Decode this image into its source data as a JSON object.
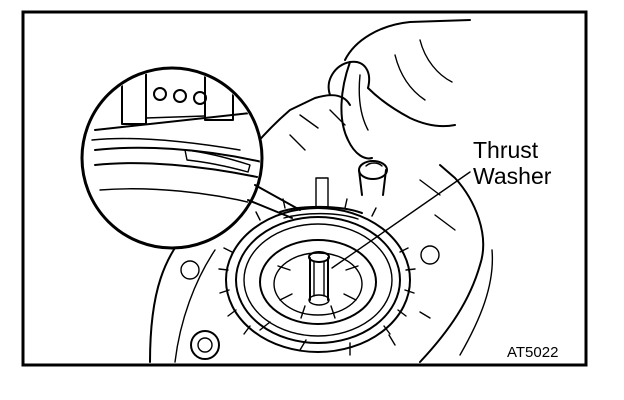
{
  "callout": {
    "line1": "Thrust",
    "line2": "Washer"
  },
  "figure_code": "AT5022"
}
